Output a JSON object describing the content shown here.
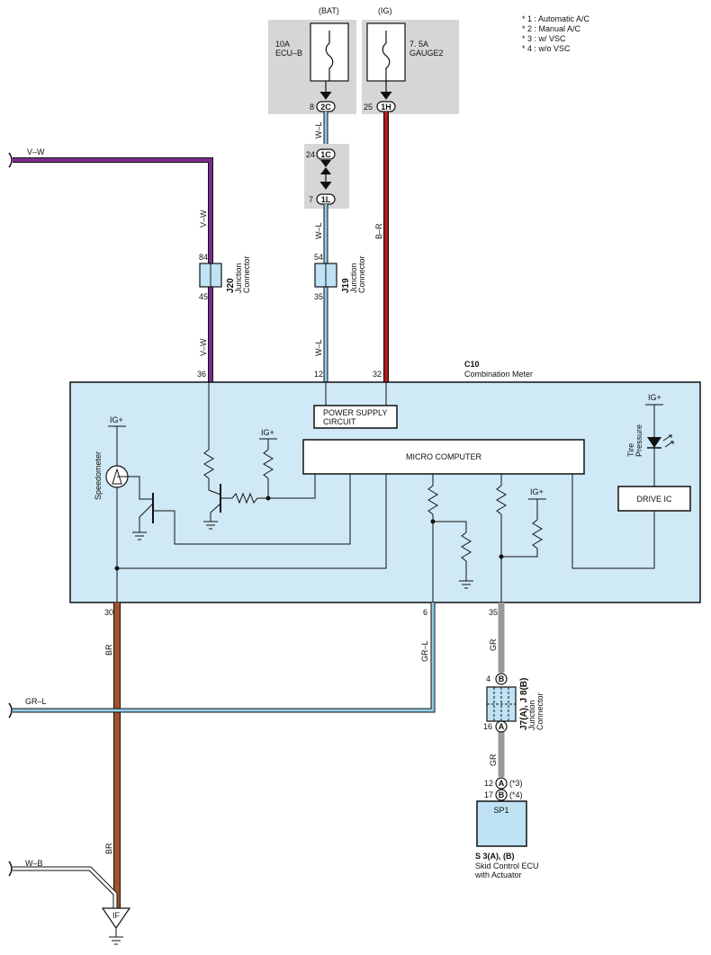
{
  "notes": [
    "* 1 : Automatic A/C",
    "* 2 : Manual A/C",
    "* 3 : w/ VSC",
    "* 4 : w/o VSC"
  ],
  "fuses": {
    "bat": {
      "source": "(BAT)",
      "amp": "10A",
      "name": "ECU–B",
      "pin": "8",
      "connector": "2C"
    },
    "ig": {
      "source": "(IG)",
      "amp": "7. 5A",
      "name": "GAUGE2",
      "pin": "25",
      "connector": "1H"
    }
  },
  "inline_connectors": [
    {
      "pin": "24",
      "connector": "1C"
    },
    {
      "pin": "7",
      "connector": "1L"
    }
  ],
  "junctions": {
    "j20": {
      "id": "J20",
      "label1": "Junction",
      "label2": "Connector",
      "pin_top": "84",
      "pin_bottom": "45"
    },
    "j19": {
      "id": "J19",
      "label1": "Junction",
      "label2": "Connector",
      "pin_top": "54",
      "pin_bottom": "35"
    },
    "j7j8": {
      "id": "J7(A), J 8(B)",
      "label1": "Junction",
      "label2": "Connector",
      "pin_top": "4",
      "pin_top_letter": "B",
      "pin_bottom": "16",
      "pin_bottom_letter": "A"
    }
  },
  "wires": {
    "vw": "V–W",
    "wl": "W–L",
    "br_red": "B–R",
    "br": "BR",
    "grl": "GR–L",
    "gr": "GR",
    "wb": "W–B"
  },
  "meter": {
    "id": "C10",
    "name": "Combination Meter",
    "pin_36": "36",
    "pin_12": "12",
    "pin_32": "32",
    "pin_30": "30",
    "pin_6": "6",
    "pin_35": "35",
    "power_supply_1": "POWER SUPPLY",
    "power_supply_2": "CIRCUIT",
    "micro": "MICRO COMPUTER",
    "drive_ic": "DRIVE IC",
    "speedometer": "Speedometer",
    "tire_1": "Tire",
    "tire_2": "Pressure",
    "ig_plus": "IG+"
  },
  "ecu": {
    "box": "SP1",
    "pin_a_num": "12",
    "pin_a_letter": "A",
    "pin_a_note": "(*3)",
    "pin_b_num": "17",
    "pin_b_letter": "B",
    "pin_b_note": "(*4)",
    "id": "S 3(A), (B)",
    "name1": "Skid Control ECU",
    "name2": "with Actuator"
  },
  "ground": {
    "label": "IF"
  },
  "colors": {
    "violet": "#7b2c8c",
    "red": "#c21a1a",
    "wire_blue": "#8fcde6",
    "brown": "#a3522a",
    "gray": "#9a9a9a",
    "meter_fill": "#cfe9f6",
    "fuse_box": "#d6d6d6",
    "junction_fill": "#bfe2f4"
  }
}
